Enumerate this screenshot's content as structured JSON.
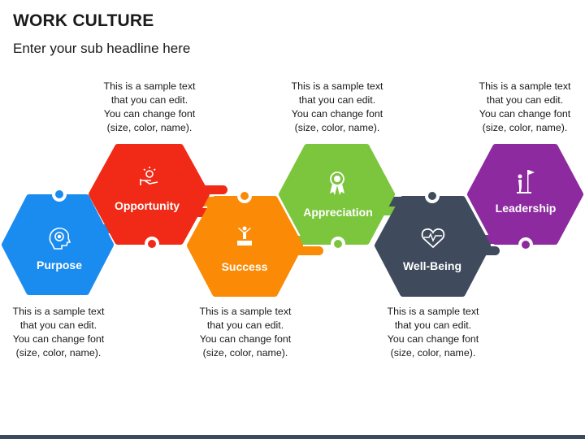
{
  "title": "WORK CULTURE",
  "subtitle": "Enter your sub headline here",
  "sample_text": {
    "line1": "This is a sample text",
    "line2": "that you can edit.",
    "line3": "You can change font",
    "line4": "(size, color, name)."
  },
  "steps": [
    {
      "label": "Purpose",
      "color": "#1a8cf0",
      "icon": "target-head-icon"
    },
    {
      "label": "Opportunity",
      "color": "#f02a16",
      "icon": "hand-light-icon"
    },
    {
      "label": "Success",
      "color": "#fb8a06",
      "icon": "podium-person-icon"
    },
    {
      "label": "Appreciation",
      "color": "#7cc63e",
      "icon": "award-ribbon-icon"
    },
    {
      "label": "Well-Being",
      "color": "#3f4b5c",
      "icon": "heartbeat-icon"
    },
    {
      "label": "Leadership",
      "color": "#8e2aa0",
      "icon": "flag-summit-icon"
    }
  ]
}
